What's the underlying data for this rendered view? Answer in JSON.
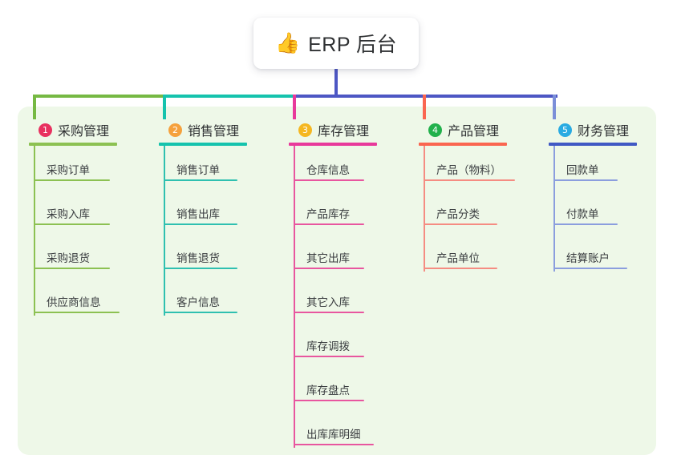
{
  "root": {
    "icon": "thumbs-up-icon",
    "emoji": "👍",
    "label": "ERP 后台"
  },
  "palette": {
    "panel_bg": "#eef8e8",
    "canvas_bg": "#ffffff",
    "text": "#2f3133",
    "leaf_text": "#3a3d40",
    "stem_top": "#4d57c4",
    "bus_left": "#76b943",
    "bus_mid": "#15c3ad",
    "bus_right": "#4d57c4"
  },
  "columns": [
    {
      "number": "1",
      "title": "采购管理",
      "badge_color": "#e8315f",
      "line_color": "#8cc152",
      "rule_color": "#8cc152",
      "drop_color": "#76b943",
      "items": [
        {
          "label": "采购订单",
          "rule_width": 95
        },
        {
          "label": "采购入库",
          "rule_width": 95
        },
        {
          "label": "采购退货",
          "rule_width": 95
        },
        {
          "label": "供应商信息",
          "rule_width": 107
        }
      ]
    },
    {
      "number": "2",
      "title": "销售管理",
      "badge_color": "#f5a13c",
      "line_color": "#2fc0b0",
      "rule_color": "#15c3ad",
      "drop_color": "#15c3ad",
      "items": [
        {
          "label": "销售订单",
          "rule_width": 92
        },
        {
          "label": "销售出库",
          "rule_width": 92
        },
        {
          "label": "销售退货",
          "rule_width": 92
        },
        {
          "label": "客户信息",
          "rule_width": 92
        }
      ]
    },
    {
      "number": "3",
      "title": "库存管理",
      "badge_color": "#f5b721",
      "line_color": "#e8569f",
      "rule_color": "#e8399b",
      "drop_color": "#e8399b",
      "items": [
        {
          "label": "仓库信息",
          "rule_width": 88
        },
        {
          "label": "产品库存",
          "rule_width": 88
        },
        {
          "label": "其它出库",
          "rule_width": 88
        },
        {
          "label": "其它入库",
          "rule_width": 88
        },
        {
          "label": "库存调拨",
          "rule_width": 88
        },
        {
          "label": "库存盘点",
          "rule_width": 88
        },
        {
          "label": "出库库明细",
          "rule_width": 100
        }
      ]
    },
    {
      "number": "4",
      "title": "产品管理",
      "badge_color": "#22b14c",
      "line_color": "#f58c82",
      "rule_color": "#fa6650",
      "drop_color": "#fa6650",
      "items": [
        {
          "label": "产品（物料）",
          "rule_width": 114
        },
        {
          "label": "产品分类",
          "rule_width": 92
        },
        {
          "label": "产品单位",
          "rule_width": 92
        }
      ]
    },
    {
      "number": "5",
      "title": "财务管理",
      "badge_color": "#29abe2",
      "line_color": "#8b9ede",
      "rule_color": "#4059c4",
      "drop_color": "#7b8fd8",
      "items": [
        {
          "label": "回款单",
          "rule_width": 80
        },
        {
          "label": "付款单",
          "rule_width": 80
        },
        {
          "label": "结算账户",
          "rule_width": 92
        }
      ]
    }
  ]
}
